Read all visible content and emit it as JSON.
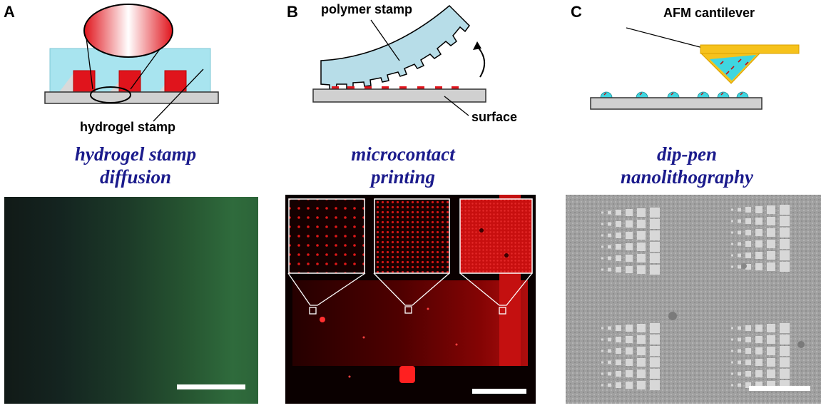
{
  "panels": [
    {
      "letter": "A",
      "label": "hydrogel stamp",
      "caption_line1": "hydrogel stamp",
      "caption_line2": "diffusion"
    },
    {
      "letter": "B",
      "label_top": "polymer stamp",
      "label_bottom": "surface",
      "caption_line1": "microcontact",
      "caption_line2": "printing"
    },
    {
      "letter": "C",
      "label": "AFM cantilever",
      "caption_line1": "dip-pen",
      "caption_line2": "nanolithography"
    }
  ],
  "colors": {
    "caption": "#1b1b8c",
    "hydrogel": "#a8e4ef",
    "stamp_blue": "#b7dde8",
    "ink_red": "#e0141c",
    "surface_gray": "#d0d0d0",
    "cantilever": "#f6c21c",
    "fluorescence_green": "#2f6b3c",
    "fluorescence_red": "#d01010",
    "afm_gray": "#9a9a9a"
  }
}
